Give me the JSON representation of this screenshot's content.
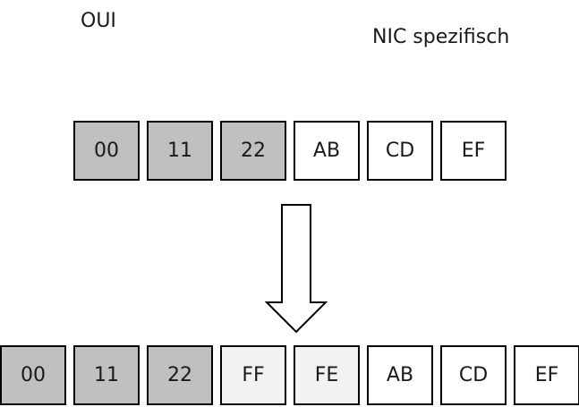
{
  "labels": {
    "oui": "OUI",
    "nic": "NIC spezifisch"
  },
  "colors": {
    "oui_fill": "#c0c0c0",
    "inserted_fill": "#f2f2f2",
    "nic_fill": "#ffffff",
    "border": "#000000"
  },
  "top_row": {
    "cells": [
      {
        "text": "00",
        "kind": "oui"
      },
      {
        "text": "11",
        "kind": "oui"
      },
      {
        "text": "22",
        "kind": "oui"
      },
      {
        "text": "AB",
        "kind": "nic"
      },
      {
        "text": "CD",
        "kind": "nic"
      },
      {
        "text": "EF",
        "kind": "nic"
      }
    ]
  },
  "bottom_row": {
    "cells": [
      {
        "text": "00",
        "kind": "oui"
      },
      {
        "text": "11",
        "kind": "oui"
      },
      {
        "text": "22",
        "kind": "oui"
      },
      {
        "text": "FF",
        "kind": "inserted"
      },
      {
        "text": "FE",
        "kind": "inserted"
      },
      {
        "text": "AB",
        "kind": "nic"
      },
      {
        "text": "CD",
        "kind": "nic"
      },
      {
        "text": "EF",
        "kind": "nic"
      }
    ]
  },
  "arrow_icon": "down-arrow-icon"
}
